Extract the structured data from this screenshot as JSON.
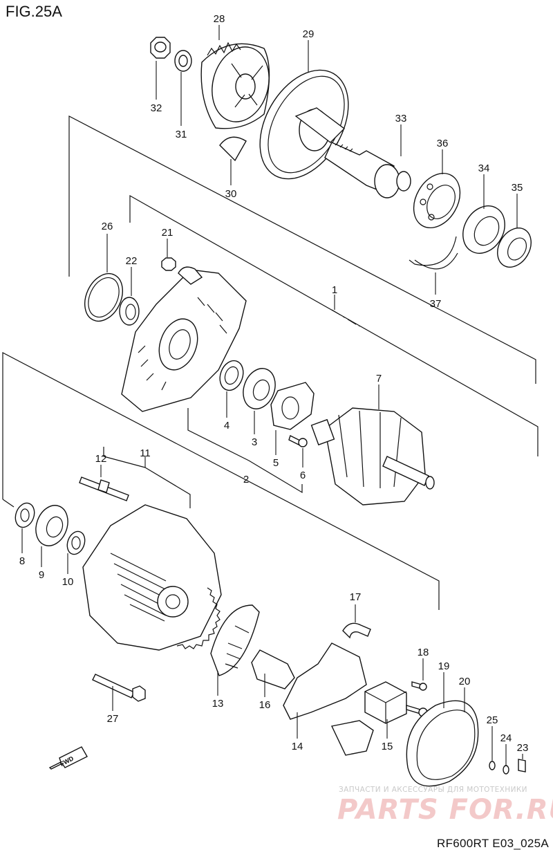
{
  "figure": {
    "title": "FIG.25A",
    "code": "RF600RT E03_025A",
    "fwd_label": "FWD"
  },
  "watermark": {
    "tagline": "ЗАПЧАСТИ И АКСЕССУАРЫ ДЛЯ МОТОТЕХНИКИ",
    "logo": "PARTS FOR.RU"
  },
  "callouts": [
    "1",
    "2",
    "3",
    "4",
    "5",
    "6",
    "7",
    "8",
    "9",
    "10",
    "11",
    "12",
    "13",
    "14",
    "15",
    "16",
    "17",
    "18",
    "19",
    "20",
    "21",
    "22",
    "23",
    "24",
    "25",
    "26",
    "27",
    "28",
    "29",
    "30",
    "31",
    "32",
    "33",
    "34",
    "35",
    "36",
    "37"
  ]
}
